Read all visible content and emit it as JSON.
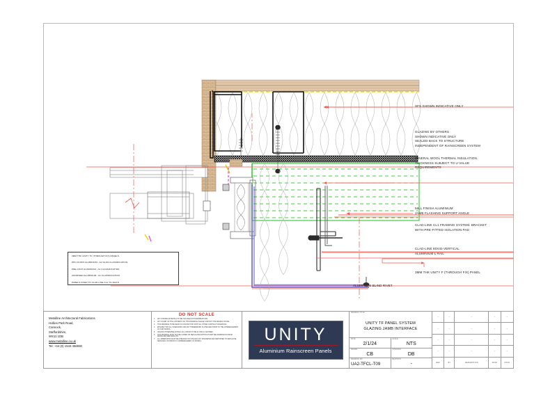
{
  "drawing": {
    "legend": {
      "lines": [
        "3MM THK UNITY TF (THROUGH FIX) PANELS",
        "PPC FINISH ALUMINIUM - A2-S1,D0 CLASSIFICATION",
        "PRE-COAT ALUMINIUM - A1 CLASSIFICATION",
        "ANODISED ALUMINIUM - A1 CLASSIFICATION",
        "PANELS FIXED TO CLAD-LINE CL1 T/L RAILS"
      ]
    },
    "callouts": [
      {
        "id": "sfs",
        "lines": [
          "SFS SHOWN INDICATIVE ONLY"
        ]
      },
      {
        "id": "glazing",
        "lines": [
          "GLAZING BY OTHERS",
          "SHOWN INDICATIVE ONLY",
          "SEALED BACK TO STRUCTURE",
          "INDEPENDENT OF RAINSCREEN SYSTEM"
        ]
      },
      {
        "id": "insulation",
        "lines": [
          "MINERAL WOOL THERMAL INSULATION.",
          "THICKNESS SUBJECT TO U VALUE",
          "REQUIREMENTS"
        ]
      },
      {
        "id": "jamb-angle",
        "lines": [
          "MILL FINISH ALUMINIUM",
          "JAMB FLASHING SUPPORT ANGLE"
        ]
      },
      {
        "id": "bracket",
        "lines": [
          "CLAD-LINE CL1 FRAMING SYSTEM. BRACKET",
          "WITH PRE-FITTED ISOLATION PAD"
        ]
      },
      {
        "id": "lrail",
        "lines": [
          "CLAD-LINE 60X40 VERTICAL",
          "ALUMINIUM L RAIL"
        ]
      },
      {
        "id": "panel",
        "lines": [
          "3MM THK UNITY F (THROUGH FIX) PANEL"
        ]
      },
      {
        "id": "rivet",
        "lines": [
          "ALUMINIUM BLIND RIVET"
        ]
      }
    ]
  },
  "title_block": {
    "company": {
      "name": "Metalline Architectural Fabrications",
      "address1": "Hollies Park Road,",
      "address2": "Cannock,",
      "address3": "Staffordshire,",
      "postcode": "WS11 1DB",
      "website": "www.metalline.co.uk",
      "telephone": "Tel: +44 (0) 1543 456930"
    },
    "notes": {
      "heading": "DO NOT SCALE",
      "items": [
        {
          "num": "1.",
          "text": "ANY DISSIMILAR METALS TO BE ISOLATED WITH BARRIER TAPE."
        },
        {
          "num": "2.",
          "text": "ANY DOUBT OF THE CONTENTS OF THIS DRAWING PLEASE CONTACT THE DESIGN OFFICE."
        },
        {
          "num": "3.",
          "text": "THIS DRAWING TO BE READ IN CONJUNCTION WITH ALL OTHER CONTRACT DRAWINGS."
        },
        {
          "num": "4.",
          "text": "ENSURE THAT ALL STEELWORK AND ANY TIMBERWORK IS CHECKED PRIOR TO THE COMMENCEMENT OF OUR WORKS."
        },
        {
          "num": "5.",
          "text": "UNLESS OTHERWISE STATED, ALL FIXINGS TO BE AT 450mm CENTRES."
        },
        {
          "num": "6.",
          "text": "THIS DRAWING MUST NOT BE COPIED OR REPLICATED WITHOUT WRITTEN PERMISSION FROM METALLINE SERVICES LTD."
        },
        {
          "num": "7.",
          "text": "ALL DIMENSIONS MUST BE CHECKED ON SITE AND ANY DISCREPANCIES REPORTED TO METALLINE SERVICES LTD PRIOR TO COMMENCEMENT OF WORKS."
        }
      ]
    },
    "logo": {
      "brand": "UNITY",
      "tagline": "Aluminium Rainscreen Panels"
    },
    "meta": {
      "drawing_title_label": "DRAWING TITLE",
      "drawing_title_line1": "UNITY TF PANEL SYSTEM",
      "drawing_title_line2": "GLAZING JAMB INTERFACE",
      "date_label": "DATE",
      "date_value": "2/1/24",
      "scale_label": "SCALE",
      "scale_value": "NTS",
      "drawn_label": "DRAWN",
      "drawn_value": "CB",
      "checked_label": "CHECKED",
      "checked_value": "DB",
      "drawing_no_label": "DRAWING NO.",
      "drawing_no_value": "UA2-TFCL-T09",
      "revision_label": "REVISION",
      "revision_value": "-"
    },
    "revision_table": {
      "headers": {
        "rev": "REV",
        "by": "BY",
        "description": "DESCRIPTION",
        "date": "DATE",
        "chkd": "CHKD"
      },
      "rows": [
        {
          "rev": "-",
          "by": "-",
          "description": "-",
          "date": "-",
          "chkd": "-"
        },
        {
          "rev": "-",
          "by": "-",
          "description": "-",
          "date": "-",
          "chkd": "-"
        },
        {
          "rev": "-",
          "by": "-",
          "description": "-",
          "date": "-",
          "chkd": "-"
        },
        {
          "rev": "-",
          "by": "-",
          "description": "-",
          "date": "-",
          "chkd": "-"
        },
        {
          "rev": "-",
          "by": "-",
          "description": "-",
          "date": "-",
          "chkd": "-"
        }
      ]
    }
  },
  "colors": {
    "annotation_leader": "#f4544c",
    "brand_navy": "#2e3a54",
    "brand_red": "#9c1c2e",
    "insulation_green": "#00c000",
    "panel_blue": "#5a5ad2",
    "brick_tan": "#c9a882",
    "warning_red": "#e8352a"
  }
}
